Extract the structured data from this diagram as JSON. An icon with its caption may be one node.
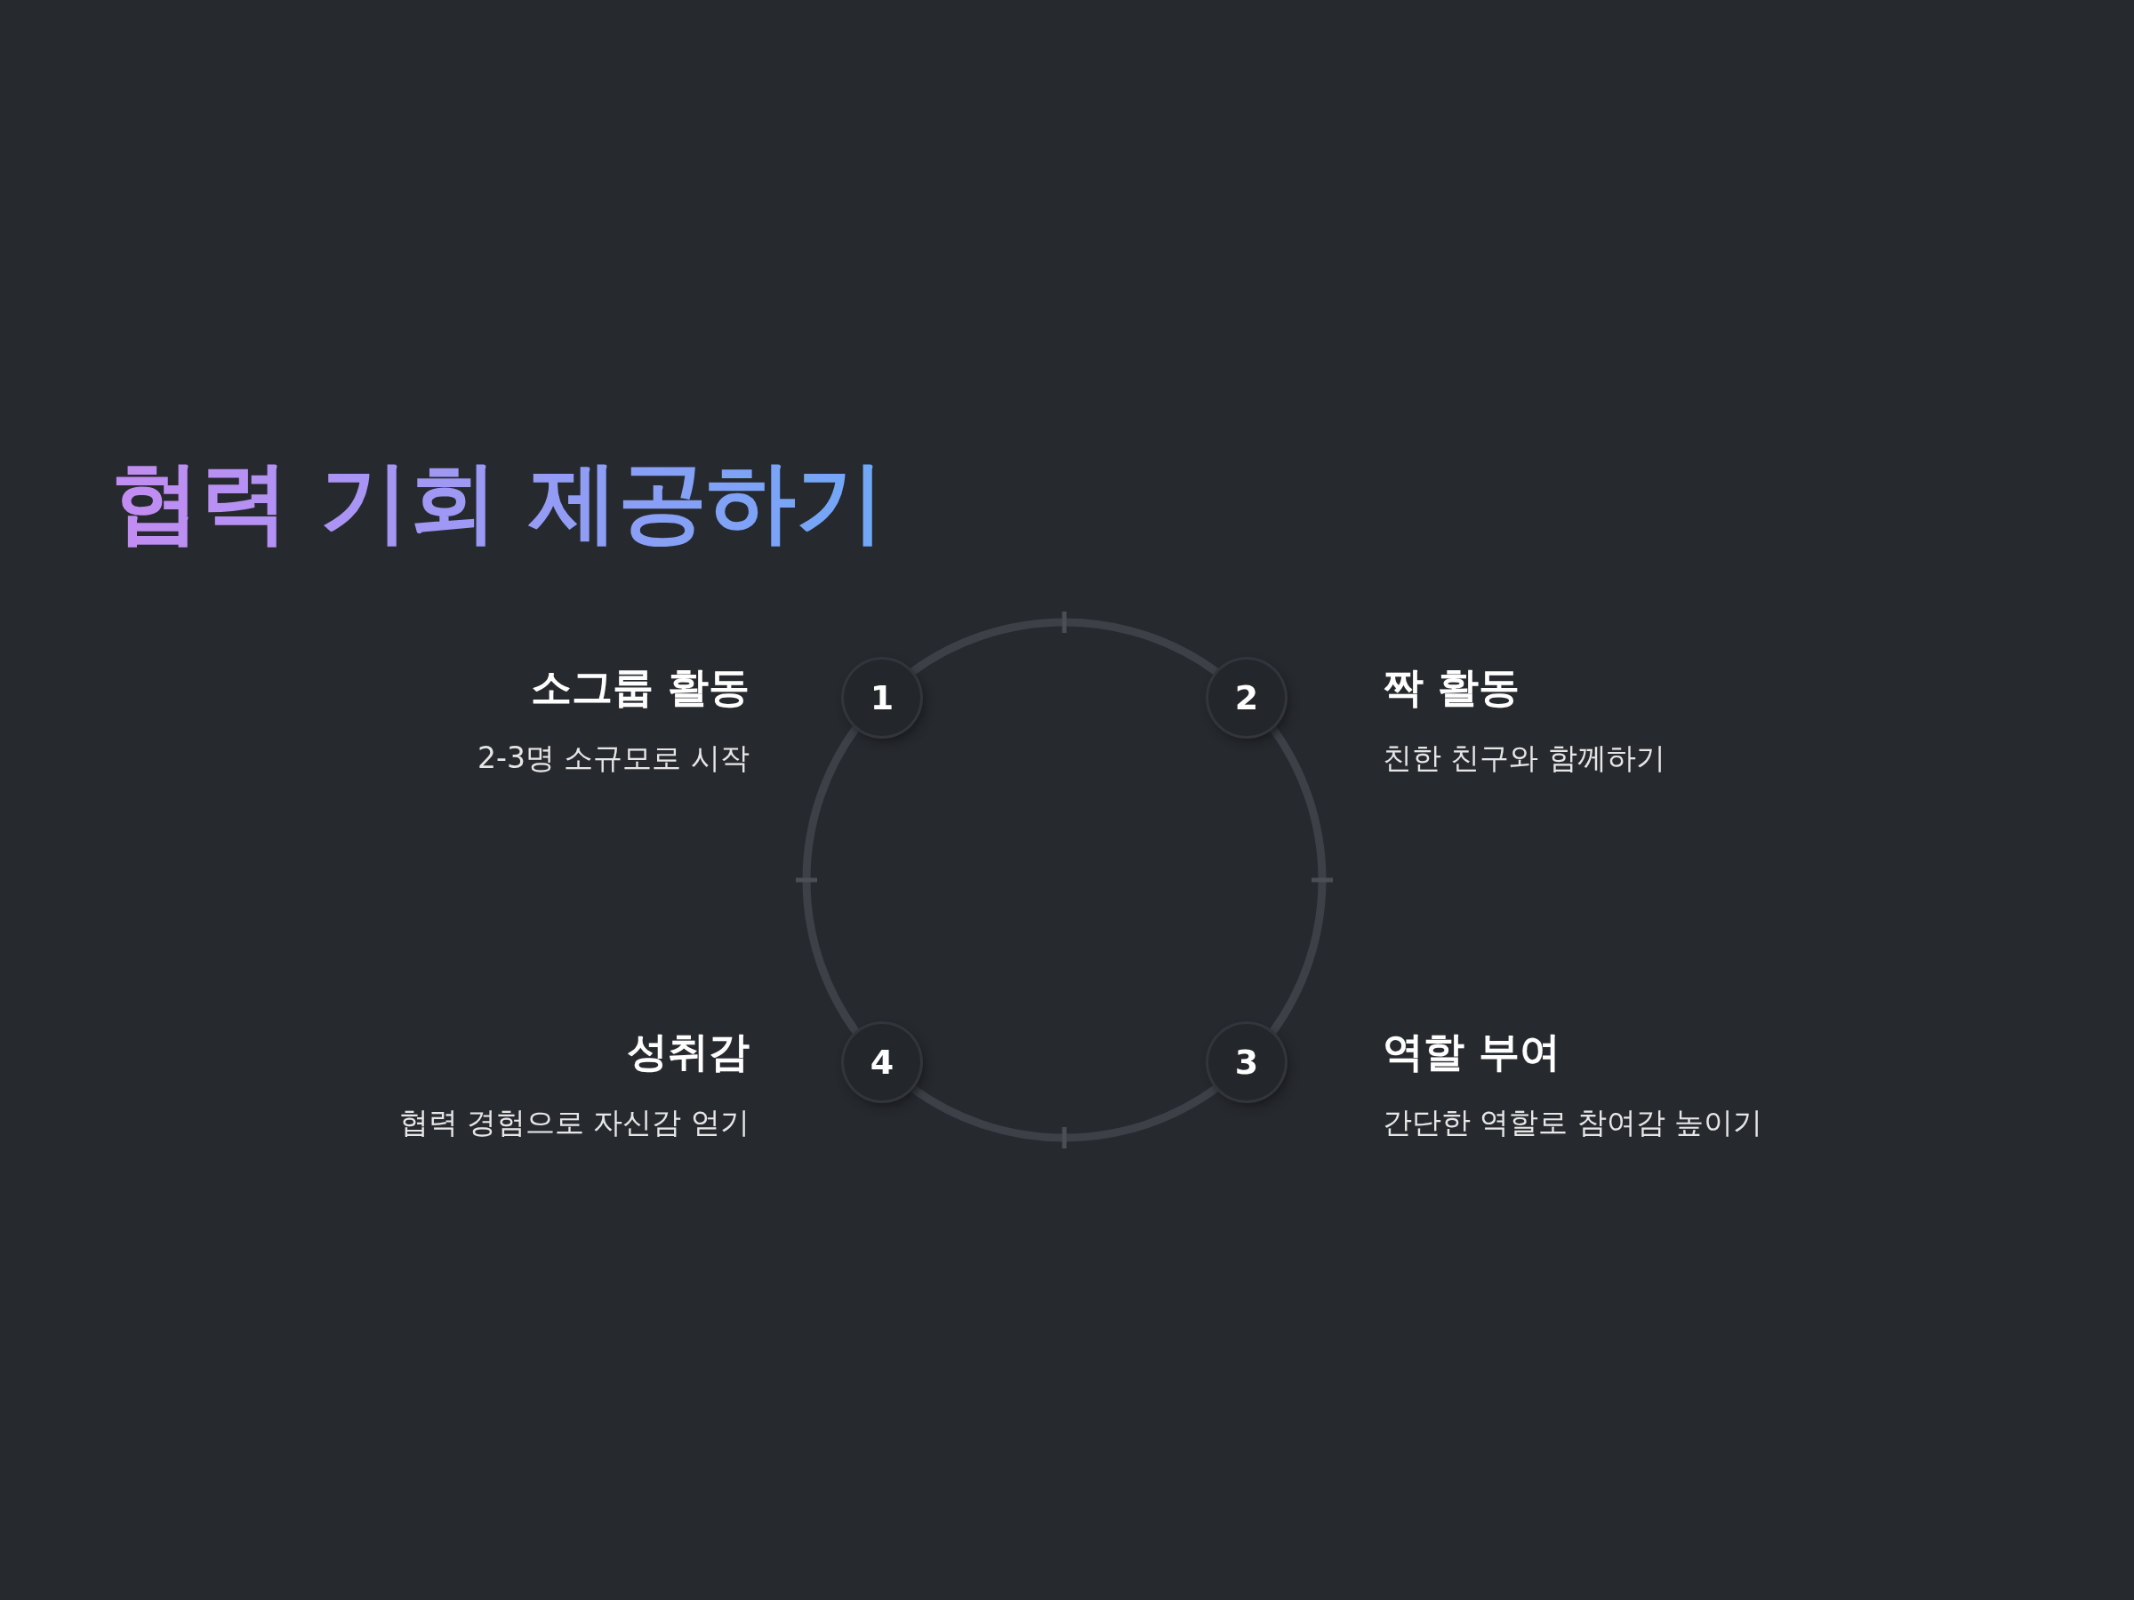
{
  "diagram": {
    "title": "협력 기회 제공하기",
    "nodes": [
      {
        "text": [
          "1"
        ],
        "beside": [
          "소그룹 활동",
          "2-3명 소규모로 시작"
        ]
      },
      {
        "text": [
          "2"
        ],
        "beside": [
          "짝 활동",
          "친한 친구와 함께하기"
        ]
      },
      {
        "text": [
          "3"
        ],
        "beside": [
          "역할 부여",
          "간단한 역할로 참여감 높이기"
        ]
      },
      {
        "text": [
          "4"
        ],
        "beside": [
          "성취감",
          "협력 경험으로 자신감 얻기"
        ]
      }
    ],
    "edges": [
      {
        "from": 0,
        "to": 1,
        "arrow": "none"
      },
      {
        "from": 1,
        "to": 2,
        "arrow": "none"
      },
      {
        "from": 2,
        "to": 3,
        "arrow": "none"
      },
      {
        "from": 3,
        "to": 0,
        "arrow": "none"
      }
    ]
  }
}
